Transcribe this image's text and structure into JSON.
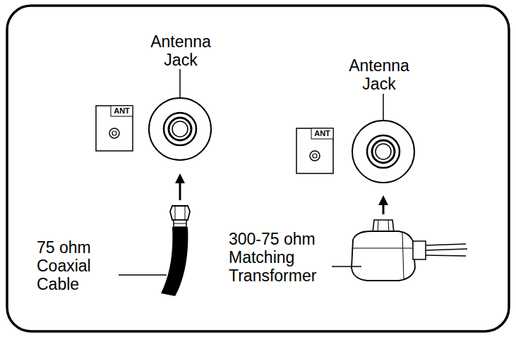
{
  "diagram": {
    "labels": [
      "Antenna Jack",
      "ANT",
      "75 ohm Coaxial Cable",
      "Antenna Jack",
      "ANT",
      "300-75 ohm Matching Transformer"
    ]
  }
}
